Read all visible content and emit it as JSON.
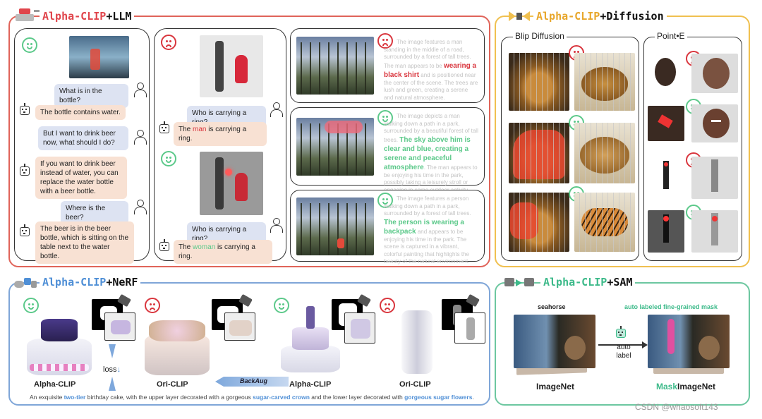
{
  "llm": {
    "title_brand": "Alpha-CLIP",
    "title_suffix": "+LLM",
    "chat": [
      {
        "role": "user",
        "text": "What is in the bottle?"
      },
      {
        "role": "bot",
        "text": "The bottle contains water."
      },
      {
        "role": "user",
        "text": "But I want to drink beer now, what should I do?"
      },
      {
        "role": "bot",
        "text": "If you want to drink beer instead of water, you can replace the water bottle with a beer bottle."
      },
      {
        "role": "user",
        "text": "Where is the beer?"
      },
      {
        "role": "bot",
        "text": "The beer is in the beer bottle, which is sitting on the table next to the water bottle."
      }
    ],
    "ring": {
      "q1": "Who is carrying a ring?",
      "a1_pre": "The ",
      "a1_hl": "man",
      "a1_post": " is carrying a ring.",
      "q2": "Who is carrying a ring?",
      "a2_pre": "The ",
      "a2_hl": "woman",
      "a2_post": " is carrying a ring."
    },
    "desc": [
      {
        "pre": "The image features a man standing in the middle of a road, surrounded by a forest of tall trees. The man appears to be ",
        "hl": "wearing a black shirt",
        "post": " and is positioned near the center of the scene. The trees are lush and green, creating a serene and natural atmosphere.",
        "mood": "sad"
      },
      {
        "pre": "The image depicts a man walking down a path in a park, surrounded by a beautiful forest of tall trees. ",
        "hl": "The sky above him is clear and blue, creating a serene and peaceful atmosphere",
        "post": ". The man appears to be enjoying his time in the park, possibly taking a leisurely stroll or engaging in some outdoor activity.",
        "mood": "happy"
      },
      {
        "pre": "The image features a person walking down a path in a park, surrounded by a forest of tall trees. ",
        "hl": "The person is wearing a backpack",
        "post": " and appears to be enjoying his time in the park. The scene is captured in a vibrant, colorful painting that highlights the beauty of the natural environment.",
        "mood": "happy"
      }
    ]
  },
  "diffusion": {
    "title_brand": "Alpha-CLIP",
    "title_suffix": "+Diffusion",
    "blip_label": "Blip Diffusion",
    "pointe_label": "Point•E"
  },
  "nerf": {
    "title_brand": "Alpha-CLIP",
    "title_suffix": "+NeRF",
    "labels": [
      "Alpha-CLIP",
      "Ori-CLIP",
      "Alpha-CLIP",
      "Ori-CLIP"
    ],
    "loss": "loss",
    "backaug": "BackAug",
    "caption": {
      "p1": "An exquisite ",
      "h1": "two-tier",
      "p2": " birthday cake, with the upper layer decorated with a gorgeous ",
      "h2": "sugar-carved crown",
      "p3": " and the lower layer decorated with ",
      "h3": "gorgeous sugar flowers",
      "p4": "."
    }
  },
  "sam": {
    "title_brand": "Alpha-CLIP",
    "title_suffix": "+SAM",
    "seahorse": "seahorse",
    "auto_mask": "auto labeled fine-grained mask",
    "auto_label": "auto label",
    "imagenet": "ImageNet",
    "mask_prefix": "Mask",
    "mask_suffix": "ImageNet"
  },
  "watermark": "CSDN @whaosoft143",
  "colors": {
    "llm_border": "#e0645a",
    "diffusion_border": "#f0c050",
    "nerf_border": "#7fa6d8",
    "sam_border": "#6cc7a0",
    "brand_red": "#e0454c",
    "brand_yellow": "#e8a72c",
    "brand_blue": "#4f8fd6",
    "brand_green": "#3dba8a",
    "happy": "#5cc98a",
    "sad": "#d9363e"
  }
}
